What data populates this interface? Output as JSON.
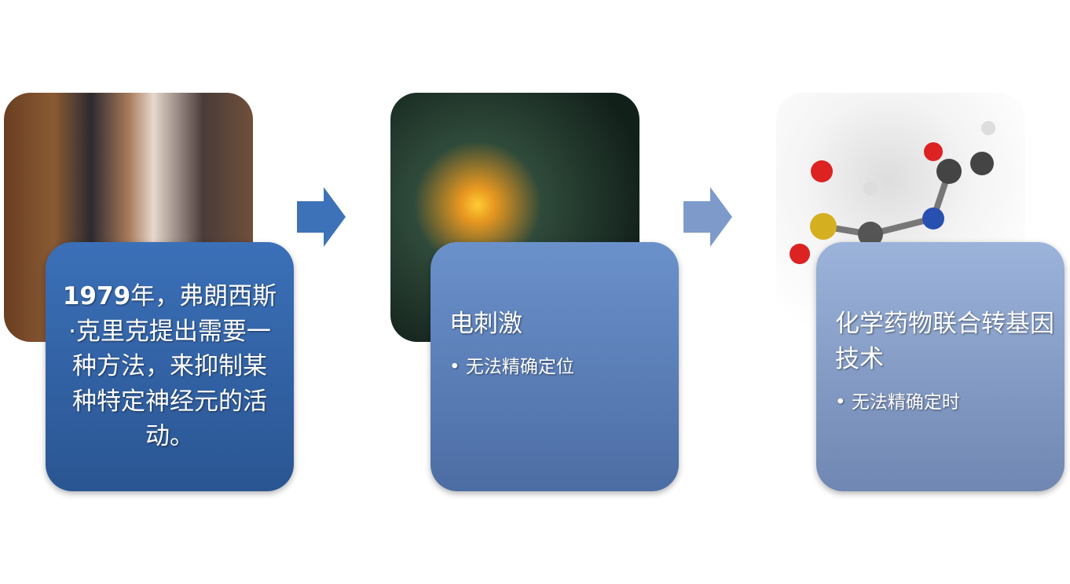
{
  "steps": [
    {
      "image": "francis-crick-photo",
      "year": "1979",
      "text": "年，弗朗西斯·克里克提出需要一种方法，来抑制某种特定神经元的活动。"
    },
    {
      "image": "neuron-network-image",
      "title": "电刺激",
      "bullet": "无法精确定位"
    },
    {
      "image": "molecule-model-image",
      "title": "化学药物联合转基因技术",
      "bullet": "无法精确定时"
    }
  ],
  "colors": {
    "box1": "#3b70b8",
    "box2": "#6b91cb",
    "box3": "#9cb3da",
    "arrow1": "#3e72b8",
    "arrow2": "#7d9acb"
  }
}
